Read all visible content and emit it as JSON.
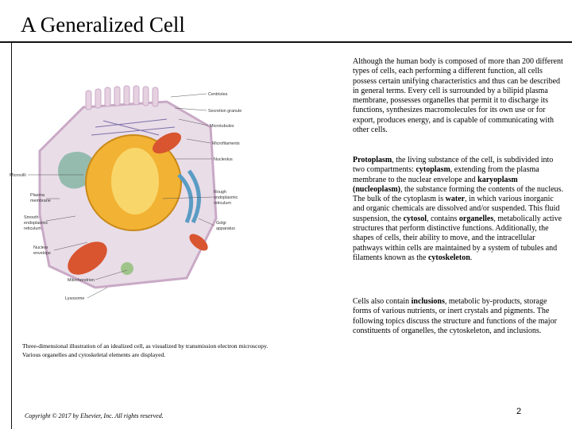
{
  "slide": {
    "title": "A Generalized Cell",
    "page_number": "2",
    "copyright": "Copyright © 2017 by Elsevier, Inc. All rights reserved.",
    "caption_line1": "Three-dimensional illustration of an idealized cell, as visualized by transmission electron microscopy.",
    "caption_line2": "Various organelles and cytoskeletal elements are displayed."
  },
  "paragraphs": {
    "p1": "Although the human body is composed of more than 200 different types of cells, each performing a different function, all cells possess certain unifying characteristics and thus can be described in general terms. Every cell is surrounded by a bilipid plasma membrane, possesses organelles that permit it to discharge its functions, synthesizes macromolecules for its own use or for export, produces energy, and is capable of communicating with other cells.",
    "p2": {
      "t1": "Protoplasm",
      "t2": ", the living substance of the cell, is subdivided into two compartments: ",
      "t3": "cytoplasm",
      "t4": ", extending from the plasma membrane to the nuclear envelope and ",
      "t5": "karyoplasm (nucleoplasm)",
      "t6": ", the substance forming the contents of the nucleus. The bulk of the cytoplasm is ",
      "t7": "water",
      "t8": ", in which various inorganic and organic chemicals are dissolved and/or suspended. This fluid suspension, the ",
      "t9": "cytosol",
      "t10": ", contains ",
      "t11": "organelles",
      "t12": ", metabolically active structures that perform distinctive functions. Additionally, the shapes of cells, their ability to move, and the intracellular pathways within cells are maintained by a system of tubules and filaments known as the ",
      "t13": "cytoskeleton",
      "t14": "."
    },
    "p3": {
      "t1": "Cells also contain ",
      "t2": "inclusions",
      "t3": ", metabolic by-products, storage forms of various nutrients, or inert crystals and pigments. The following topics discuss the structure and functions of the major constituents of organelles, the cytoskeleton, and inclusions."
    }
  },
  "figure_labels": {
    "centrioles": "Centrioles",
    "secretion_granule": "Secretion granule",
    "microtubules": "Microtubules",
    "microfilaments": "Microfilaments",
    "nucleolus": "Nucleolus",
    "rough_er_1": "Rough",
    "rough_er_2": "endoplasmic",
    "rough_er_3": "reticulum",
    "golgi_1": "Golgi",
    "golgi_2": "apparatus",
    "microvilli": "Microvilli",
    "plasma_membrane_1": "Plasma",
    "plasma_membrane_2": "membrane",
    "smooth_er_1": "Smooth",
    "smooth_er_2": "endoplasmic",
    "smooth_er_3": "reticulum",
    "nuclear_env_1": "Nuclear",
    "nuclear_env_2": "envelope",
    "mitochondrion": "Mitochondrion",
    "lysosome": "Lysosome"
  },
  "colors": {
    "cytoplasm": "#e9dde8",
    "membrane": "#c9a9c6",
    "nucleus": "#f2b233",
    "nucleus_core": "#f8d66a",
    "mitochondrion": "#d8552f",
    "golgi": "#5a9cc4",
    "rough_er": "#7fb3a0",
    "microvilli": "#e6d1e0"
  }
}
